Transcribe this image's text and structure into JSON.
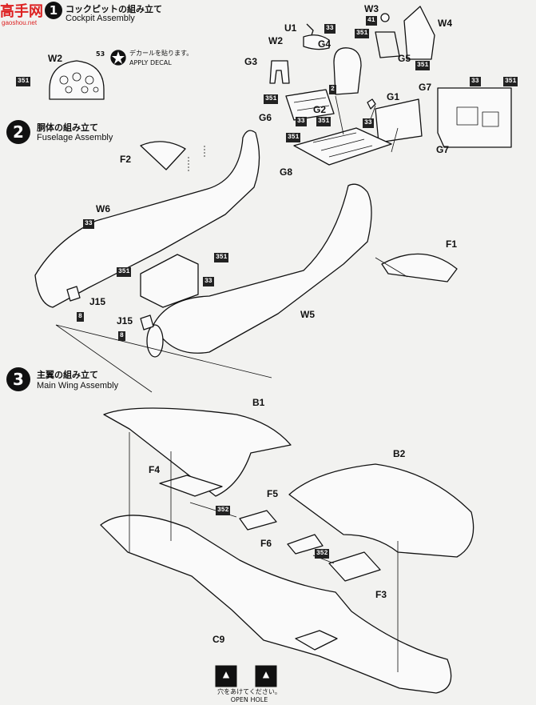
{
  "watermark": {
    "brand": "高手网",
    "url": "gaoshou.net"
  },
  "steps": [
    {
      "number": "1",
      "title_jp": "コックピットの組み立て",
      "title_en": "Cockpit Assembly"
    },
    {
      "number": "2",
      "title_jp": "胴体の組み立て",
      "title_en": "Fuselage Assembly"
    },
    {
      "number": "3",
      "title_jp": "主翼の組み立て",
      "title_en": "Main Wing Assembly"
    }
  ],
  "decal_note": {
    "jp": "デカールを貼ります。",
    "en": "APPLY DECAL",
    "number": "53"
  },
  "open_hole": {
    "jp": "穴をあけてください。",
    "en": "OPEN HOLE"
  },
  "parts": {
    "w2a": "W2",
    "u1": "U1",
    "w3": "W3",
    "w4": "W4",
    "w2b": "W2",
    "g4": "G4",
    "g3": "G3",
    "g5": "G5",
    "g7a": "G7",
    "g1": "G1",
    "g2": "G2",
    "g6": "G6",
    "g8": "G8",
    "g7b": "G7",
    "f2": "F2",
    "w6": "W6",
    "f1": "F1",
    "j15a": "J15",
    "j15b": "J15",
    "w5": "W5",
    "b1": "B1",
    "b2": "B2",
    "f4": "F4",
    "f5": "F5",
    "f6": "F6",
    "f3": "F3",
    "c9": "C9"
  },
  "paints": {
    "p351": "351",
    "p33": "33",
    "p41": "41",
    "p2": "2",
    "p8": "8",
    "p352": "352"
  }
}
